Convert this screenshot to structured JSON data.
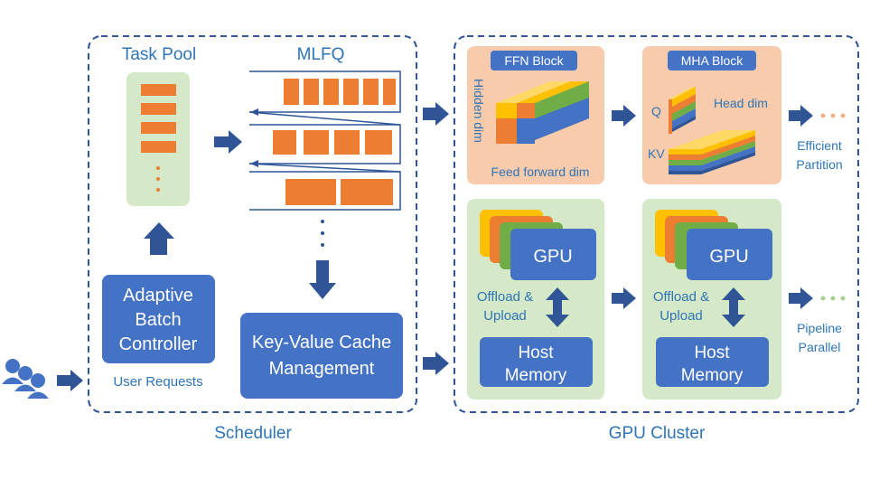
{
  "scheduler": {
    "label": "Scheduler",
    "task_pool_title": "Task Pool",
    "mlfq_title": "MLFQ",
    "batch_controller": [
      "Adaptive",
      "Batch",
      "Controller"
    ],
    "user_requests": "User Requests",
    "kv_cache": [
      "Key-Value Cache",
      "Management"
    ]
  },
  "gpu_cluster": {
    "label": "GPU Cluster",
    "ffn_block": {
      "title": "FFN Block",
      "hidden_dim": "Hidden dim",
      "feed_forward_dim": "Feed forward dim"
    },
    "mha_block": {
      "title": "MHA Block",
      "q": "Q",
      "kv": "KV",
      "head_dim": "Head dim"
    },
    "efficient_partition": [
      "Efficient",
      "Partition"
    ],
    "stage1": {
      "gpu": "GPU",
      "offload": [
        "Offload &",
        "Upload"
      ],
      "host_memory": [
        "Host",
        "Memory"
      ]
    },
    "stage2": {
      "gpu": "GPU",
      "offload": [
        "Offload &",
        "Upload"
      ],
      "host_memory": [
        "Host",
        "Memory"
      ]
    },
    "pipeline_parallel": [
      "Pipeline",
      "Parallel"
    ]
  },
  "colors": {
    "blue": "#4472C4",
    "dark_blue": "#2F5597",
    "orange": "#ED7D31",
    "green_bg": "#D5E8C8",
    "peach_bg": "#F8CBAD",
    "label_blue": "#2E75B6"
  }
}
